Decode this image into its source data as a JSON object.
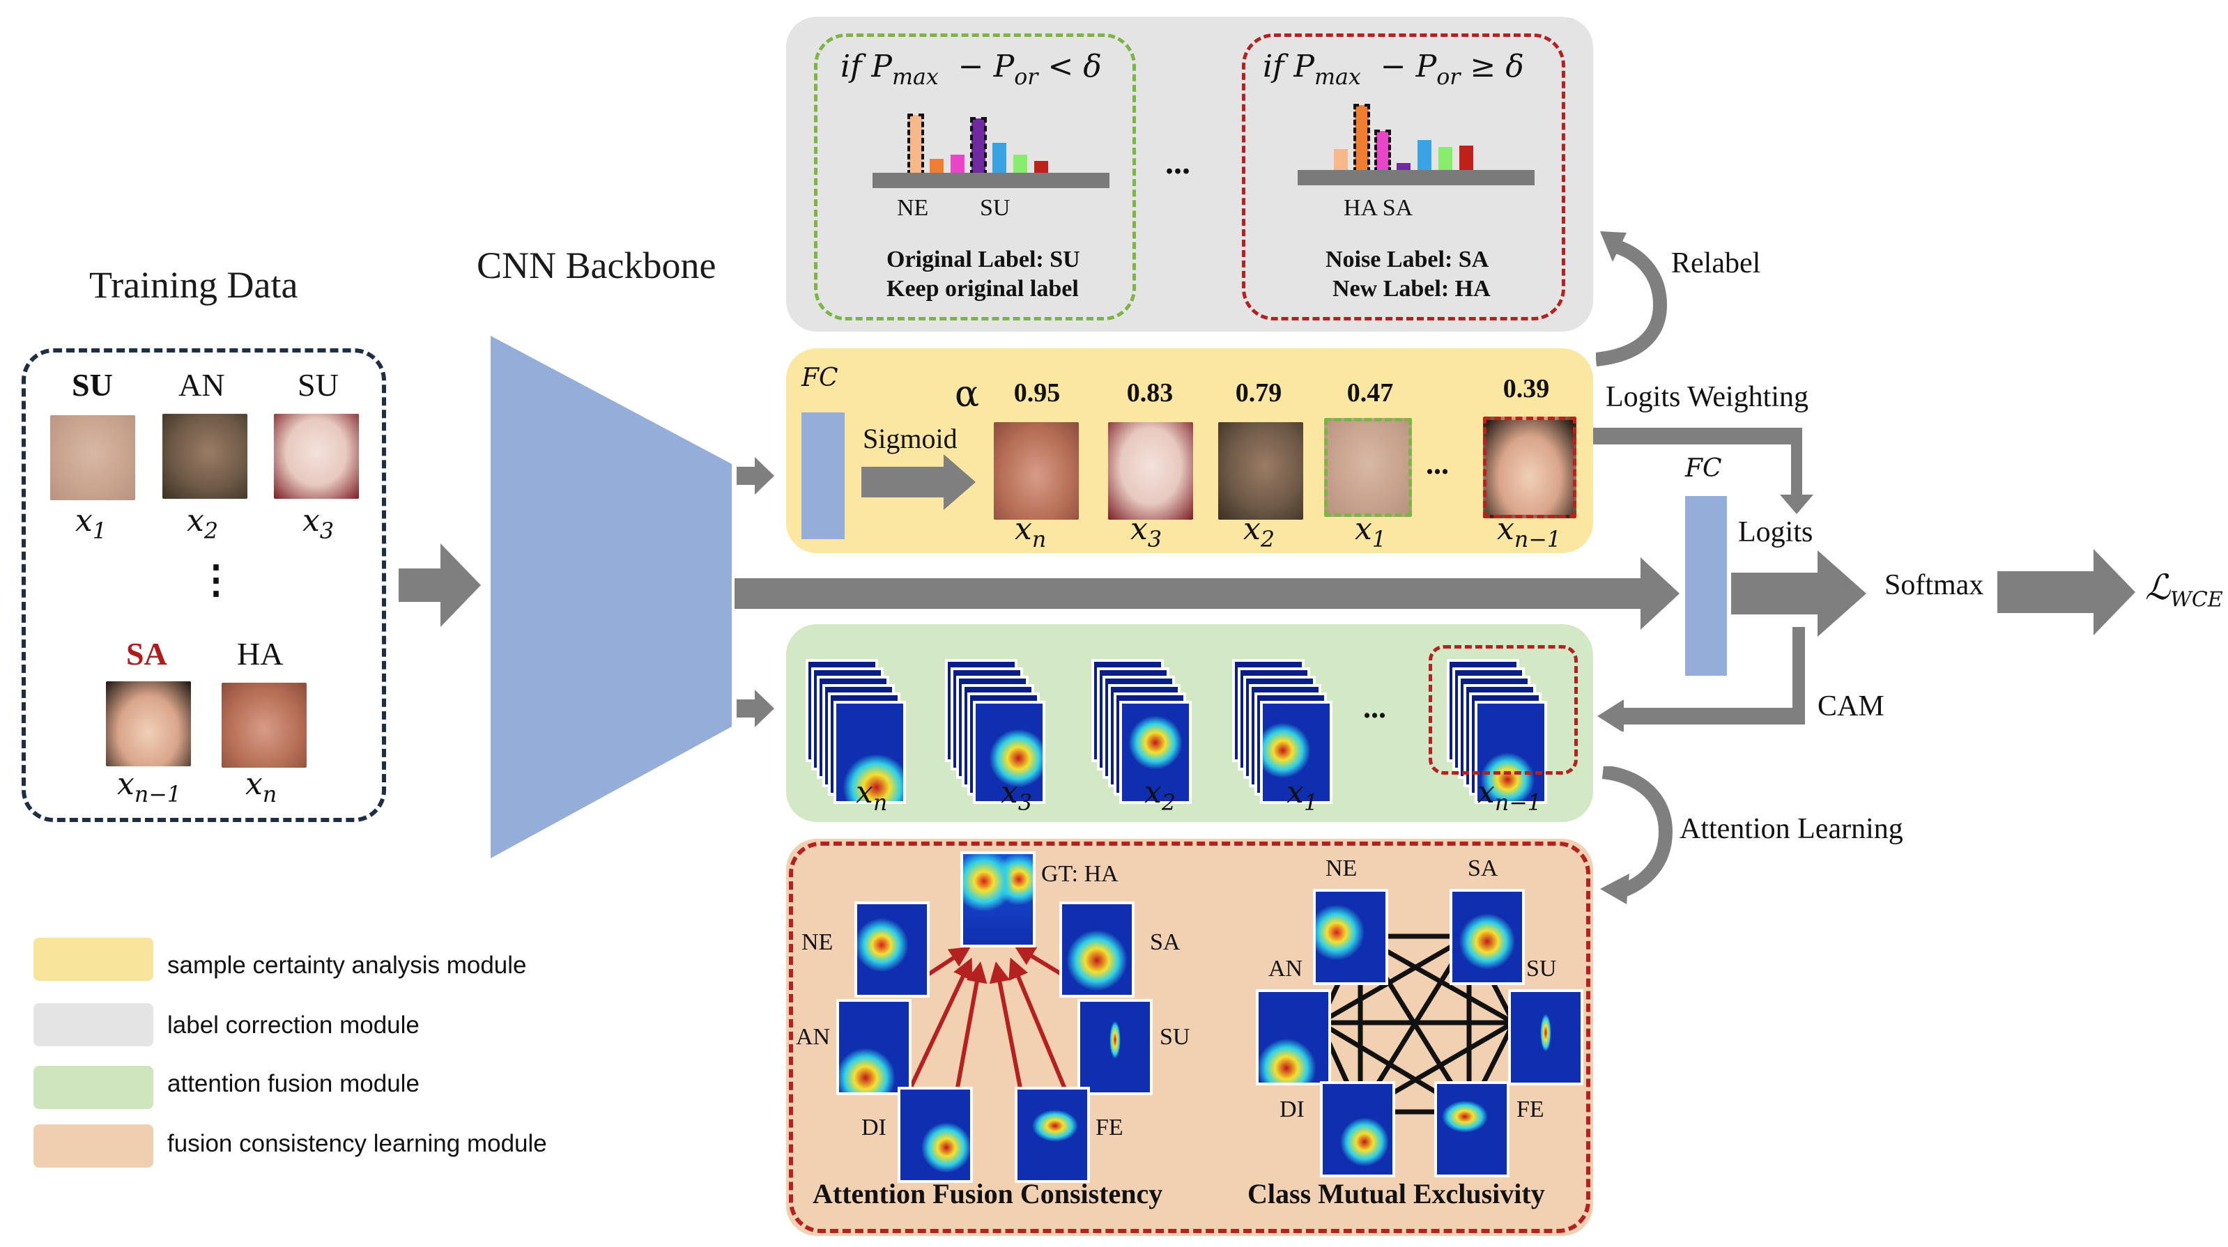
{
  "training": {
    "title": "Training Data",
    "samples": [
      {
        "label": "SU",
        "var": "x",
        "sub": "1",
        "label_bold": true
      },
      {
        "label": "AN",
        "var": "x",
        "sub": "2"
      },
      {
        "label": "SU",
        "var": "x",
        "sub": "3"
      },
      {
        "label": "SA",
        "var": "x",
        "sub": "n−1",
        "label_color": "#b01b1b"
      },
      {
        "label": "HA",
        "var": "x",
        "sub": "n"
      }
    ],
    "ellipsis": "⋮"
  },
  "backbone": {
    "title": "CNN Backbone",
    "color": "#94aed9"
  },
  "label_correction": {
    "left": {
      "condition_if": "if",
      "condition_p1": "P",
      "condition_p1_sub": "max",
      "condition_op": "−",
      "condition_p2": "P",
      "condition_p2_sub": "or",
      "condition_rel": "< δ",
      "axis_labels": [
        "NE",
        "SU"
      ],
      "line1": "Original Label: SU",
      "line2": "Keep original label",
      "border_color": "#7db544",
      "bars": [
        0.85,
        0.22,
        0.28,
        0.8,
        0.45,
        0.28,
        0.19
      ],
      "highlighted": [
        0,
        3
      ]
    },
    "ellipsis": "...",
    "right": {
      "condition_if": "if",
      "condition_p1": "P",
      "condition_p1_sub": "max",
      "condition_op": "−",
      "condition_p2": "P",
      "condition_p2_sub": "or",
      "condition_rel": "≥ δ",
      "axis_labels": [
        "HA",
        "SA"
      ],
      "line1": "Noise Label: SA",
      "line2": "New Label: HA",
      "border_color": "#b52020",
      "bars": [
        0.32,
        0.95,
        0.58,
        0.12,
        0.45,
        0.35,
        0.37
      ],
      "highlighted": [
        1,
        2
      ]
    },
    "bar_colors": [
      "#f7b98a",
      "#ef7d32",
      "#e845c8",
      "#6f2aa0",
      "#3aa3e3",
      "#86ee6c",
      "#c0201a"
    ]
  },
  "certainty": {
    "fc_label": "FC",
    "sigmoid_label": "Sigmoid",
    "alpha_symbol": "α",
    "samples": [
      {
        "alpha": "0.95",
        "var": "x",
        "sub": "n"
      },
      {
        "alpha": "0.83",
        "var": "x",
        "sub": "3"
      },
      {
        "alpha": "0.79",
        "var": "x",
        "sub": "2"
      },
      {
        "alpha": "0.47",
        "var": "x",
        "sub": "1",
        "frame": "#7db544"
      },
      {
        "alpha": "0.39",
        "var": "x",
        "sub": "n−1",
        "frame": "#c0201a"
      }
    ],
    "ellipsis": "..."
  },
  "attention": {
    "samples": [
      {
        "var": "x",
        "sub": "n"
      },
      {
        "var": "x",
        "sub": "3"
      },
      {
        "var": "x",
        "sub": "2"
      },
      {
        "var": "x",
        "sub": "1"
      },
      {
        "var": "x",
        "sub": "n−1",
        "highlighted": true
      }
    ],
    "ellipsis": "..."
  },
  "fusion": {
    "left_title": "Attention Fusion Consistency",
    "right_title": "Class Mutual Exclusivity",
    "gt_label": "GT: HA",
    "classes": [
      "NE",
      "SA",
      "AN",
      "SU",
      "DI",
      "FE"
    ]
  },
  "flow": {
    "relabel": "Relabel",
    "logits_weighting": "Logits Weighting",
    "fc_label": "FC",
    "logits": "Logits",
    "softmax": "Softmax",
    "loss_symbol": "ℒ",
    "loss_sub": "WCE",
    "cam": "CAM",
    "attention_learning": "Attention Learning"
  },
  "legend": [
    {
      "label": "sample certainty analysis module",
      "color": "#f8e49b"
    },
    {
      "label": "label correction module",
      "color": "#e4e4e4"
    },
    {
      "label": "attention fusion module",
      "color": "#cfe5bd"
    },
    {
      "label": "fusion consistency learning module",
      "color": "#f0cfb0"
    }
  ],
  "colors": {
    "arrow": "#7f7f7f",
    "yellow_module": "#fbe6a2",
    "gray_module": "#e4e4e4",
    "green_module": "#d3e8c4",
    "orange_module": "#f2d1b3",
    "dark_dash": "#1d2e45",
    "red_dash": "#b52020",
    "fc_blue": "#94aed9"
  }
}
